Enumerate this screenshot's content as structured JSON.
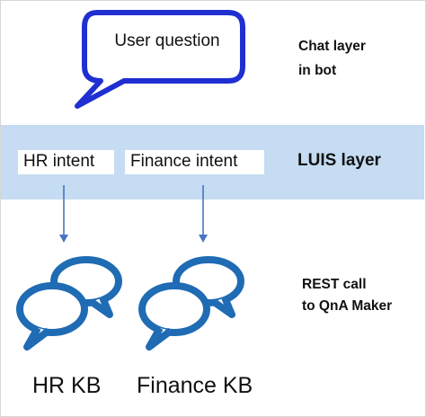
{
  "diagram": {
    "chat_bubble": {
      "text": "User question"
    },
    "chat_layer_label": {
      "line1": "Chat layer",
      "line2": "in bot"
    },
    "luis_layer_label": "LUIS layer",
    "intents": [
      {
        "label": "HR intent"
      },
      {
        "label": "Finance intent"
      }
    ],
    "rest_label": {
      "line1": "REST call",
      "line2": "to QnA Maker"
    },
    "knowledge_bases": [
      {
        "label": "HR KB"
      },
      {
        "label": "Finance KB"
      }
    ],
    "colors": {
      "bubble_stroke": "#1f2fd1",
      "band": "#c5dcf2",
      "arrow": "#4a74c4",
      "kb_icon": "#1f6bb4"
    },
    "icons": [
      "speech-bubble-icon",
      "arrow-down-icon",
      "chat-bubbles-icon"
    ]
  }
}
